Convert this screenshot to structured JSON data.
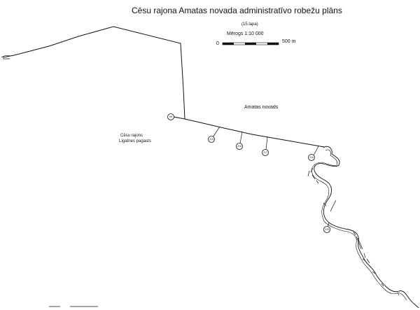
{
  "map": {
    "title": "Cēsu rajona  Amatas  novada administratīvo robežu plāns",
    "sheet": "(15.lapa)",
    "scale_text": "Mērogs 1:10 000",
    "scale_bar": {
      "start_label": "0",
      "end_label": "500 m"
    },
    "area_labels": {
      "amatas": "Amatas novads",
      "cesu_line1": "Cēsu rajons",
      "cesu_line2": "Līgatnes pagasts"
    },
    "border_points": [
      "98",
      "219",
      "218",
      "217",
      "216",
      "215"
    ]
  }
}
